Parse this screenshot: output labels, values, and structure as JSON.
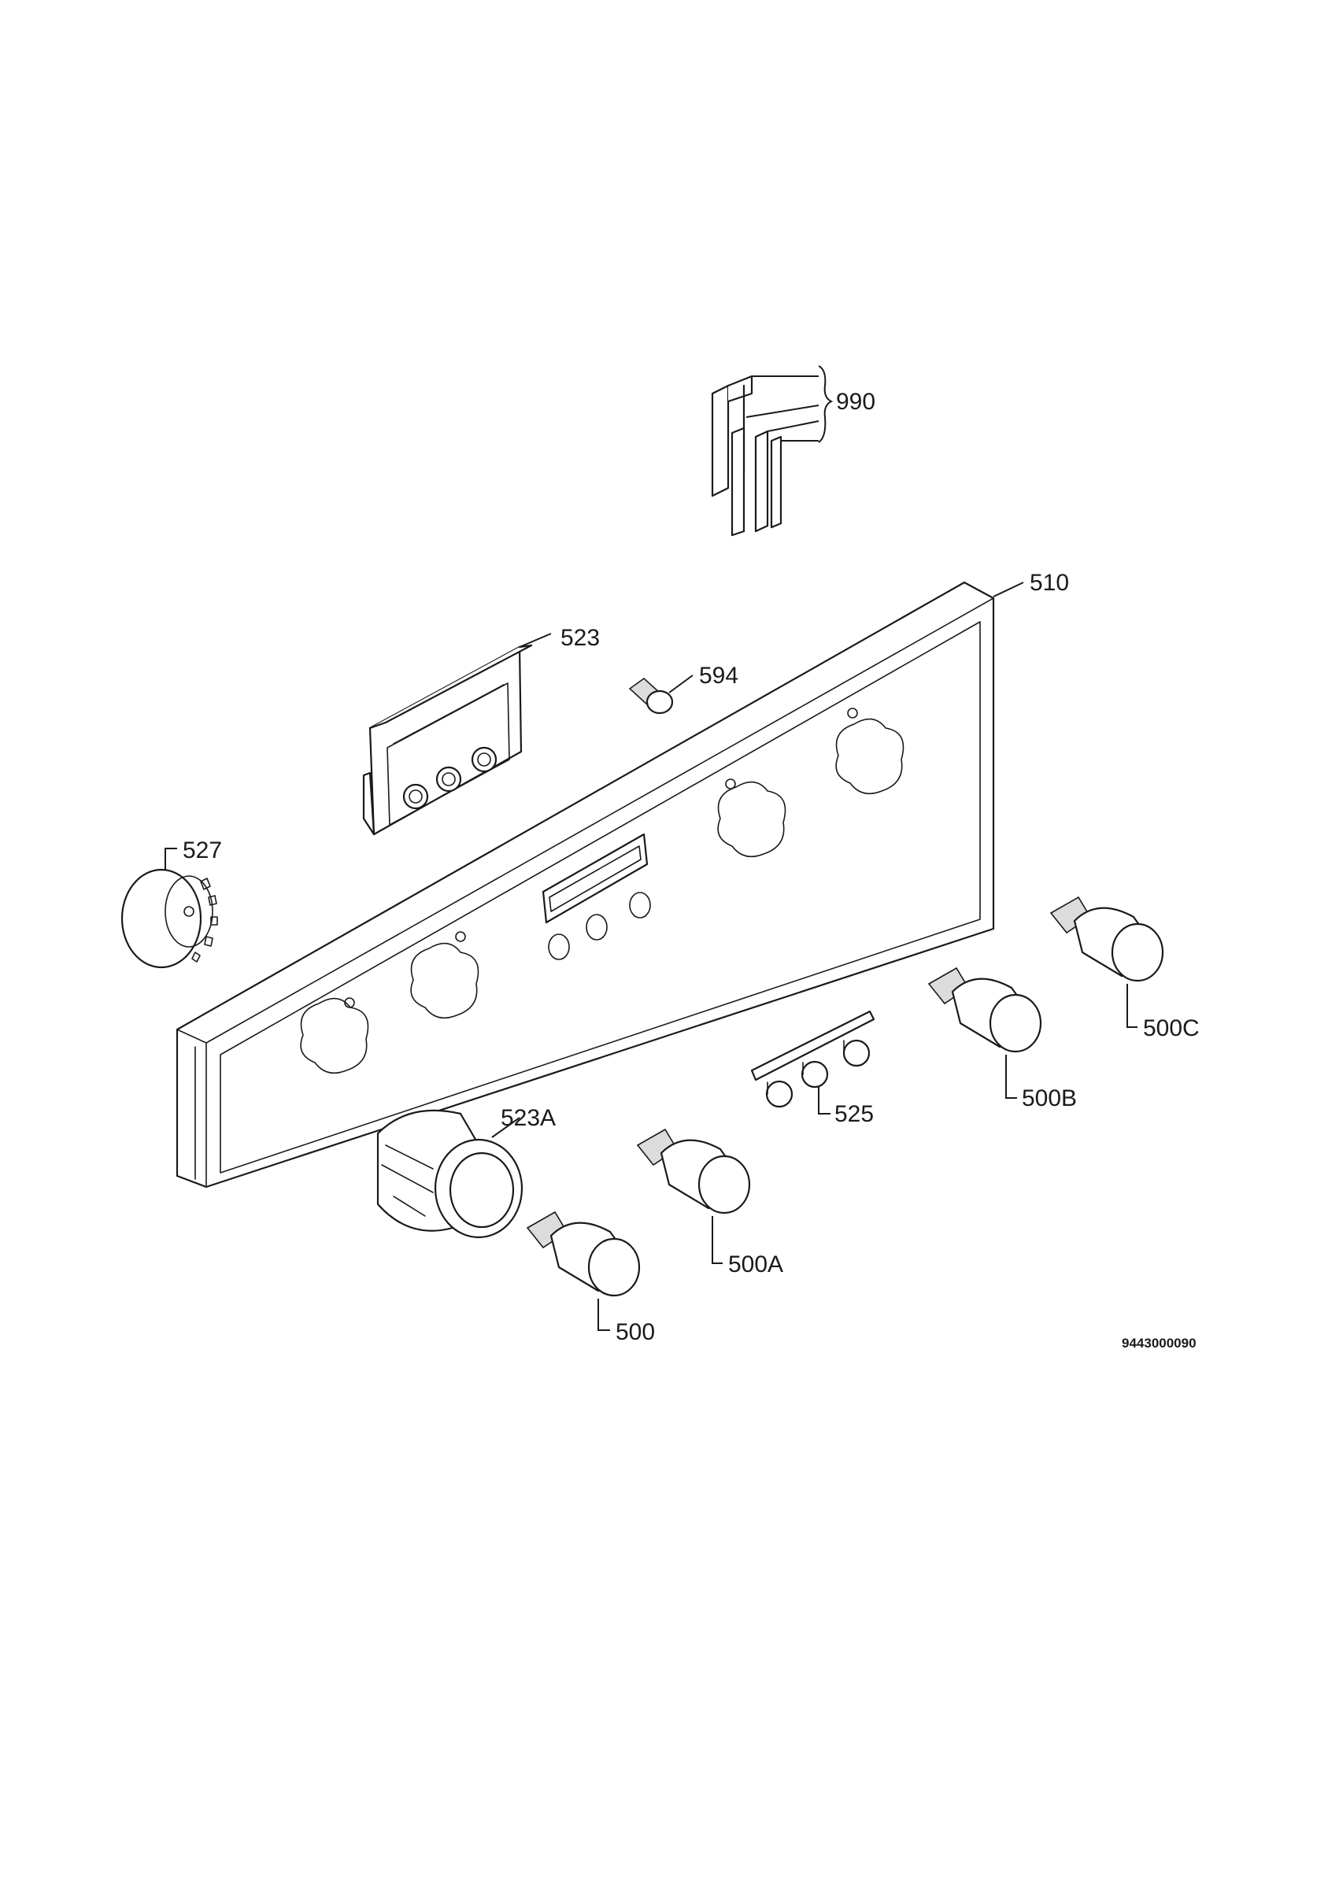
{
  "callouts": {
    "c990": "990",
    "c510": "510",
    "c523": "523",
    "c594": "594",
    "c527": "527",
    "c523a": "523A",
    "c525": "525",
    "c500": "500",
    "c500a": "500A",
    "c500b": "500B",
    "c500c": "500C"
  },
  "reference_number": "9443000090",
  "colors": {
    "line": "#1a1a1a",
    "background": "#ffffff"
  }
}
